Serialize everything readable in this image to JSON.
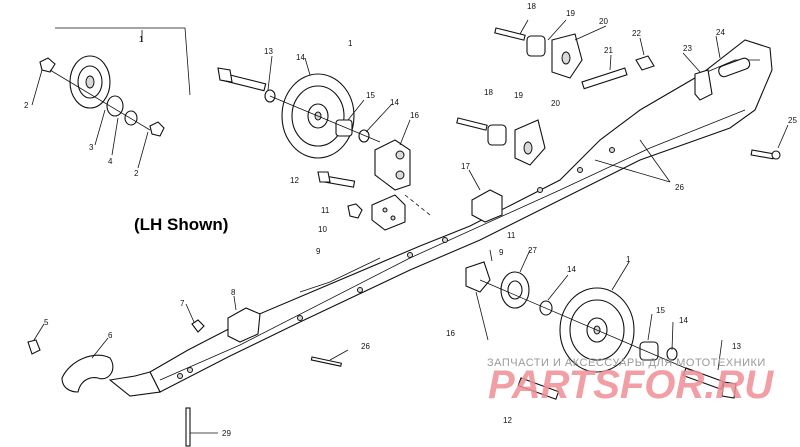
{
  "caption": "(LH Shown)",
  "watermark": {
    "tagline": "ЗАПЧАСТИ И АКСЕССУАРЫ ДЛЯ МОТОТЕХНИКИ",
    "logo": "PARTSFOR.RU",
    "color": "#ef8f96"
  },
  "callouts": {
    "c1_group": "1",
    "c1_idler_top": "1",
    "c1_idler_bottom": "1",
    "c2_top": "2",
    "c2_bottom": "2",
    "c3": "3",
    "c4": "4",
    "c5": "5",
    "c6": "6",
    "c7": "7",
    "c8": "8",
    "c9_left": "9",
    "c9_right": "9",
    "c10": "10",
    "c11_left": "11",
    "c11_right": "11",
    "c12_left": "12",
    "c12_bottom": "12",
    "c13_top": "13",
    "c13_bottom": "13",
    "c14_top_left": "14",
    "c14_top_mid": "14",
    "c14_bottom_left": "14",
    "c14_bottom_right": "14",
    "c15_top": "15",
    "c15_bottom": "15",
    "c16_top": "16",
    "c16_bottom": "16",
    "c17": "17",
    "c18_top": "18",
    "c18_mid": "18",
    "c19_top": "19",
    "c19_mid": "19",
    "c20_top": "20",
    "c20_mid": "20",
    "c21": "21",
    "c22": "22",
    "c23": "23",
    "c24": "24",
    "c25": "25",
    "c26_right": "26",
    "c26_bottom": "26",
    "c27": "27",
    "c29": "29"
  }
}
